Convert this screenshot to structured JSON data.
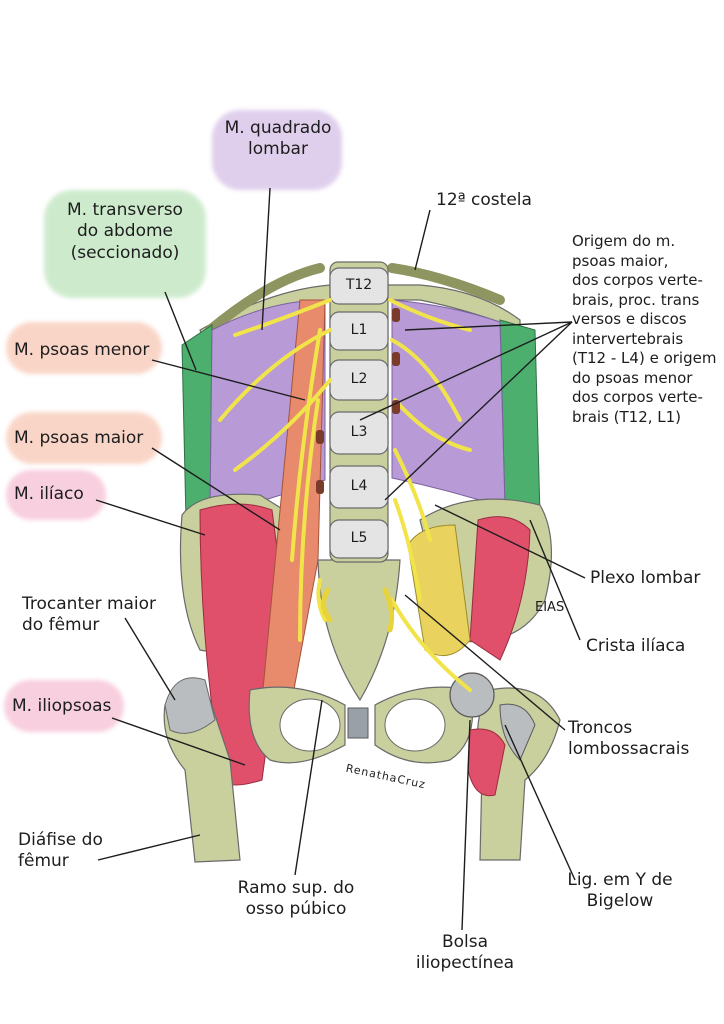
{
  "labels": {
    "quadrado": [
      "M. quadrado",
      "lombar"
    ],
    "transverso": [
      "M. transverso",
      "do abdome",
      "(seccionado)"
    ],
    "costela": "12ª costela",
    "origem": [
      "Origem do m.",
      "psoas maior,",
      "dos corpos verte-",
      "brais, proc. trans",
      "versos e discos",
      "intervertebrais",
      "(T12 - L4) e origem",
      "do psoas menor",
      "dos corpos verte-",
      "brais (T12, L1)"
    ],
    "psoas_menor": "M. psoas menor",
    "psoas_maior": "M. psoas maior",
    "iliaco": "M. ilíaco",
    "trocanter": [
      "Trocanter maior",
      "do fêmur"
    ],
    "iliopsoas": "M. iliopsoas",
    "diafise": [
      "Diáfise do",
      "fêmur"
    ],
    "ramo": [
      "Ramo sup. do",
      "osso púbico"
    ],
    "bolsa": [
      "Bolsa",
      "iliopectínea"
    ],
    "lig": [
      "Lig. em Y de",
      "Bigelow"
    ],
    "troncos": [
      "Troncos",
      "lombossacrais"
    ],
    "plexo": "Plexo lombar",
    "crista": "Crista ilíaca",
    "ejas": "EIAS",
    "signature": "RenathaCruz"
  },
  "vertebrae": [
    "T12",
    "L1",
    "L2",
    "L3",
    "L4",
    "L5"
  ],
  "colors": {
    "bone": "#c9cf9d",
    "bone_dark": "#a9b07a",
    "quadratus": "#b79ad6",
    "transversus": "#4caf6e",
    "psoas": "#e88a6c",
    "iliacus": "#e0506a",
    "nerve": "#f1e44a",
    "bursa": "#e9d35e",
    "highlight_purple": "#c6a8de",
    "highlight_green": "#a6dca4",
    "highlight_orange": "#f5b49a",
    "highlight_pink": "#f2a8c4"
  }
}
